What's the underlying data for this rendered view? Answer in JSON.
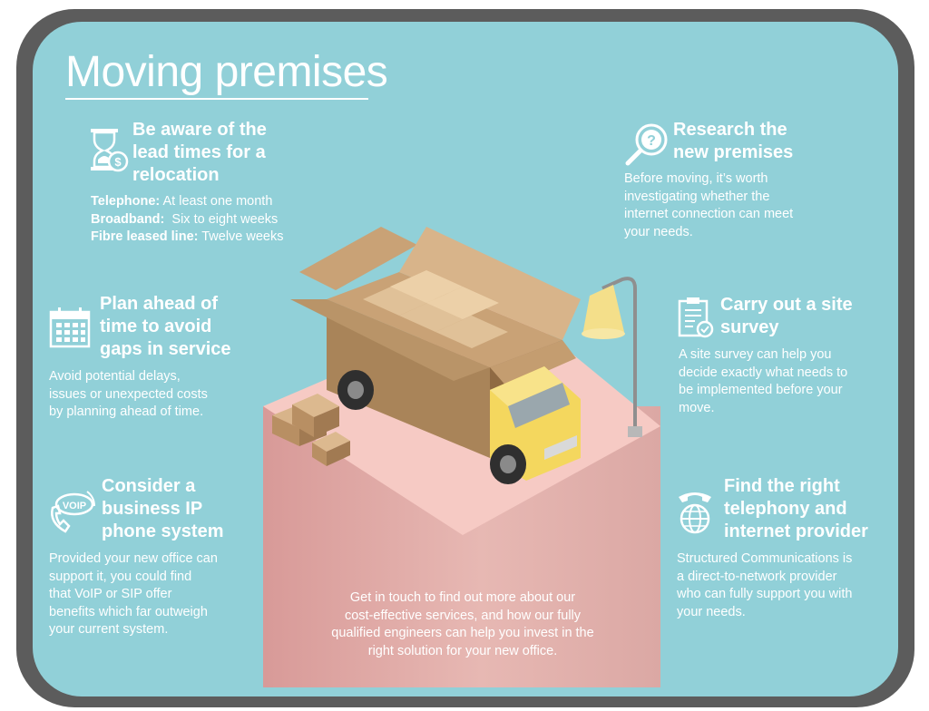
{
  "title": "Moving premises",
  "lead_times": {
    "heading_lines": [
      "Be aware of the",
      "lead times for a",
      "relocation"
    ],
    "items": [
      {
        "label": "Telephone:",
        "value": " At least one month"
      },
      {
        "label": "Broadband:",
        "value": "  Six to eight weeks"
      },
      {
        "label": "Fibre leased line:",
        "value": " Twelve weeks"
      }
    ]
  },
  "plan_ahead": {
    "heading_lines": [
      "Plan ahead of",
      "time to avoid",
      "gaps in service"
    ],
    "body_lines": [
      "Avoid potential delays,",
      "issues or unexpected costs",
      "by planning ahead of time."
    ]
  },
  "voip": {
    "heading_lines": [
      "Consider a",
      "business IP",
      "phone system"
    ],
    "body_lines": [
      "Provided your new office can",
      "support it, you could find",
      "that VoIP or SIP offer",
      "benefits which far outweigh",
      "your current system."
    ],
    "icon_text": "VOIP"
  },
  "research": {
    "heading_lines": [
      "Research the",
      "new premises"
    ],
    "body_lines": [
      "Before moving, it’s worth",
      "investigating whether the",
      "internet connection can meet",
      "your needs."
    ]
  },
  "site_survey": {
    "heading_lines": [
      "Carry out a site",
      "survey"
    ],
    "body_lines": [
      "A site survey can help you",
      "decide exactly what needs to",
      "be implemented before your",
      "move."
    ]
  },
  "provider": {
    "heading_lines": [
      "Find the right",
      "telephony and",
      "internet provider"
    ],
    "body_lines": [
      "Structured Communications is",
      "a direct-to-network provider",
      "who can fully support you with",
      "your needs."
    ]
  },
  "cta_lines": [
    "Get in touch to find out more about our",
    "cost-effective services, and how our fully",
    "qualified engineers can help you invest in the",
    "right solution for your new office."
  ],
  "colors": {
    "background": "#91d0d8",
    "frame": "#5c5c5c",
    "text": "#ffffff",
    "pedestal": "#e8b4b0",
    "cardboard": "#c9a276",
    "truck_cab": "#f4d75e"
  },
  "icons": [
    "hourglass-icon",
    "calendar-icon",
    "voip-phone-icon",
    "magnifier-question-icon",
    "clipboard-icon",
    "telephone-globe-icon"
  ]
}
